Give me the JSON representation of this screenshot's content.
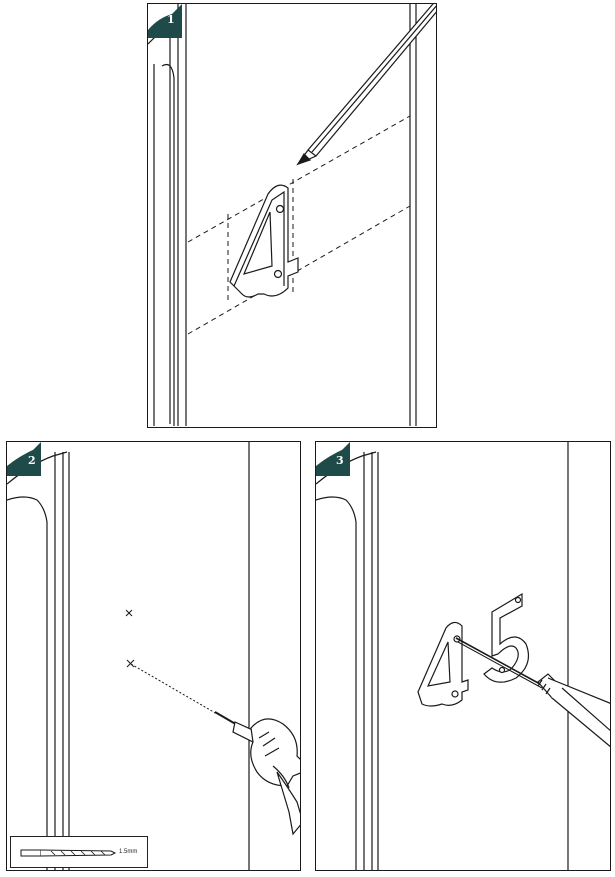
{
  "steps": [
    {
      "number": "1"
    },
    {
      "number": "2"
    },
    {
      "number": "3"
    }
  ],
  "house_numbers": {
    "step1": "4",
    "step3_first": "4",
    "step3_second": "5"
  },
  "drill_bit": {
    "size_label": "1.5mm"
  },
  "colors": {
    "badge": "#1f4a4a",
    "line": "#1a1a1a"
  },
  "icons": [
    "pencil-icon",
    "drill-icon",
    "screwdriver-icon",
    "drill-bit-icon"
  ]
}
